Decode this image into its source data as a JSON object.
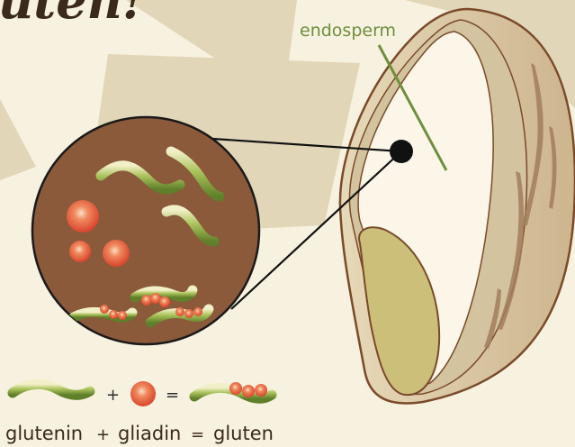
{
  "title_fragment": "uten!",
  "labels": {
    "endosperm": "endosperm"
  },
  "equation": {
    "icon_row": {
      "plus": "+",
      "equals": "="
    },
    "text_row": {
      "glutenin": "glutenin",
      "plus": "+",
      "gliadin": "gliadin",
      "equals": "=",
      "gluten": "gluten"
    }
  },
  "colors": {
    "background": "#f7f1df",
    "background_shape": "#e1d6b8",
    "grain_outer": "#d9caa8",
    "grain_stroke": "#7a4a2a",
    "endosperm": "#fbf6e8",
    "germ": "#cbbf7a",
    "zoom_circle": "#8a5a3b",
    "glutenin_green": "#8fae45",
    "gliadin_red": "#e0543a",
    "label_green": "#6f8f3e"
  }
}
